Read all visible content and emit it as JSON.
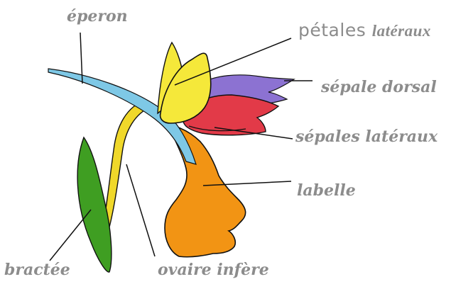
{
  "diagram": {
    "labels": {
      "eperon": "éperon",
      "petales_lateraux_a": "pétales",
      "petales_lateraux_b": "latéraux",
      "sepale_dorsal": "sépale dorsal",
      "sepales_lateraux": "sépales latéraux",
      "labelle": "labelle",
      "bractee": "bractée",
      "ovaire_infere": "ovaire infère"
    },
    "colors": {
      "label_text": "#8c8c8c",
      "outline": "#111111",
      "eperon": "#7ec8e6",
      "petales": "#f5e83a",
      "sepale_dorsal": "#8c72d2",
      "sepales_lateraux": "#e23a48",
      "labelle": "#f29414",
      "ovaire": "#f0d82a",
      "bractee": "#3f9e22"
    }
  }
}
